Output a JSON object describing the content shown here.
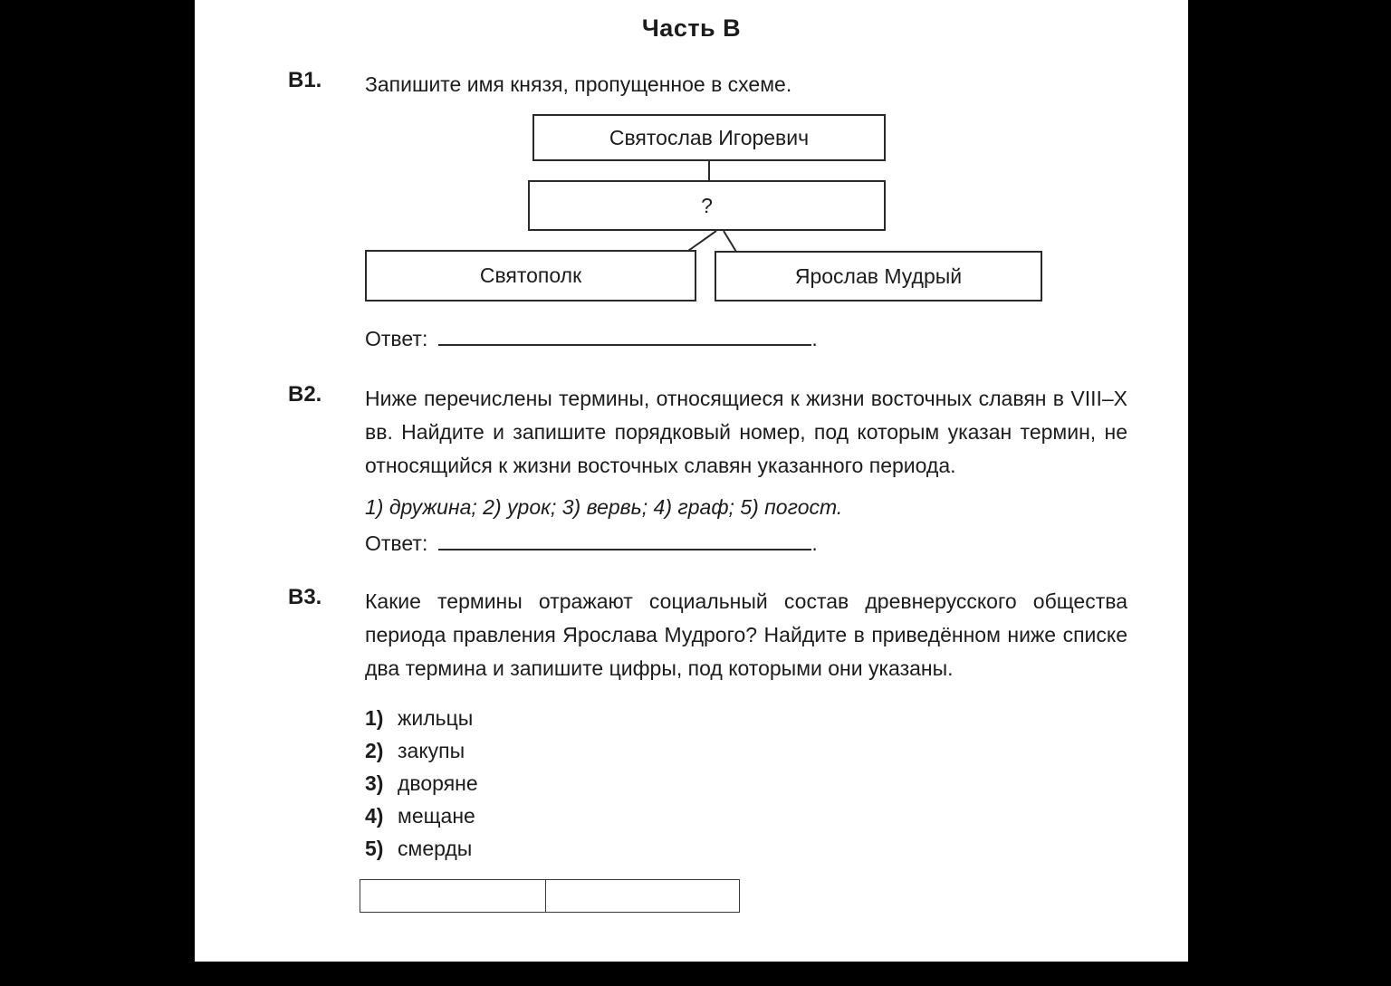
{
  "page": {
    "title": "Часть В"
  },
  "q1": {
    "number": "В1.",
    "text": "Запишите имя князя, пропущенное в схеме.",
    "diagram": {
      "top_box": "Святослав Игоревич",
      "middle_box": "?",
      "left_box": "Святополк",
      "right_box": "Ярослав Мудрый"
    },
    "answer_label": "Ответ:",
    "answer_period": "."
  },
  "q2": {
    "number": "В2.",
    "text": "Ниже перечислены термины, относящиеся к жизни восточных славян в VIII–X вв. Найдите и запишите порядковый номер, под которым указан термин, не относящийся к жизни восточных славян указанного периода.",
    "terms": "1) дружина; 2) урок; 3) вервь; 4) граф; 5) погост.",
    "answer_label": "Ответ:",
    "answer_period": "."
  },
  "q3": {
    "number": "В3.",
    "text": "Какие термины отражают социальный состав древнерусского общества периода правления Ярослава Мудрого? Найдите в приведённом ниже списке два термина и запишите цифры, под которыми они указаны.",
    "options": [
      {
        "num": "1)",
        "label": "жильцы"
      },
      {
        "num": "2)",
        "label": "закупы"
      },
      {
        "num": "3)",
        "label": "дворяне"
      },
      {
        "num": "4)",
        "label": "мещане"
      },
      {
        "num": "5)",
        "label": "смерды"
      }
    ]
  }
}
